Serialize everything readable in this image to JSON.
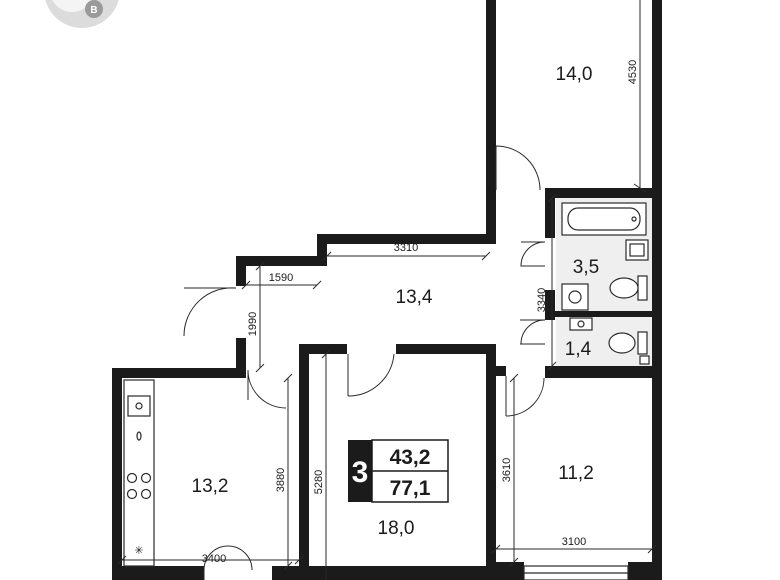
{
  "logo": {
    "letter": "В"
  },
  "badge": {
    "rooms": "3",
    "living_area": "43,2",
    "total_area": "77,1"
  },
  "rooms": {
    "bedroom_top": "14,0",
    "hallway": "13,4",
    "bathroom": "3,5",
    "wc": "1,4",
    "kitchen": "13,2",
    "living": "18,0",
    "bedroom_right": "11,2"
  },
  "dimensions": {
    "d4530": "4530",
    "d3310": "3310",
    "d1590": "1590",
    "d1990": "1990",
    "d3340": "3340",
    "d3880": "3880",
    "d5280": "5280",
    "d3400": "3400",
    "d3610": "3610",
    "d3100": "3100"
  }
}
